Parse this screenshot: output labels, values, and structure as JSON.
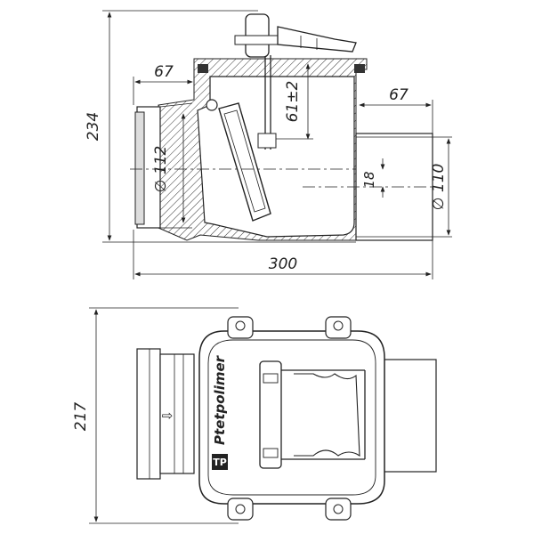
{
  "drawing": {
    "top_view": {
      "dim_overall_height": "234",
      "dim_inlet_len": "67",
      "dim_outlet_len": "67",
      "dim_gap": "61±2",
      "dim_inlet_dia": "∅ 112",
      "dim_outlet_dia": "∅ 110",
      "dim_offset": "18",
      "dim_overall_len": "300"
    },
    "bottom_view": {
      "dim_width": "217",
      "brand": "Ptetpolimer",
      "flow_arrow": "⇨"
    }
  }
}
